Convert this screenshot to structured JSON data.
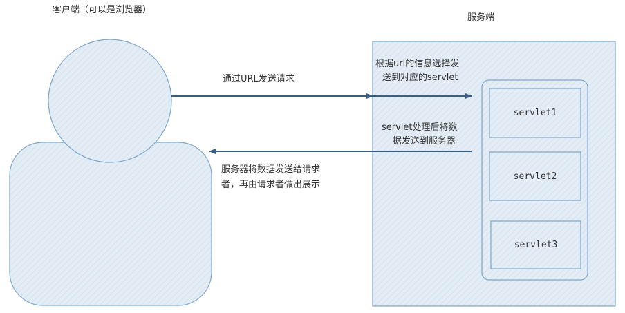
{
  "client": {
    "title": "客户端（可以是浏览器）"
  },
  "server": {
    "title": "服务端",
    "route_note": [
      "根据url的信息选择发",
      "送到对应的servlet"
    ],
    "process_note": [
      "servlet处理后将数",
      "据发送到服务器"
    ],
    "servlets": [
      "servlet1",
      "servlet2",
      "servlet3"
    ]
  },
  "arrows": {
    "request_label": "通过URL发送请求",
    "response_label": [
      "服务器将数据发送给请求",
      "者，再由请求者做出展示"
    ]
  },
  "colors": {
    "fill": "#dde8f1",
    "stroke": "#7ea6c9",
    "arrow": "#3a5f86",
    "text": "#333333"
  }
}
